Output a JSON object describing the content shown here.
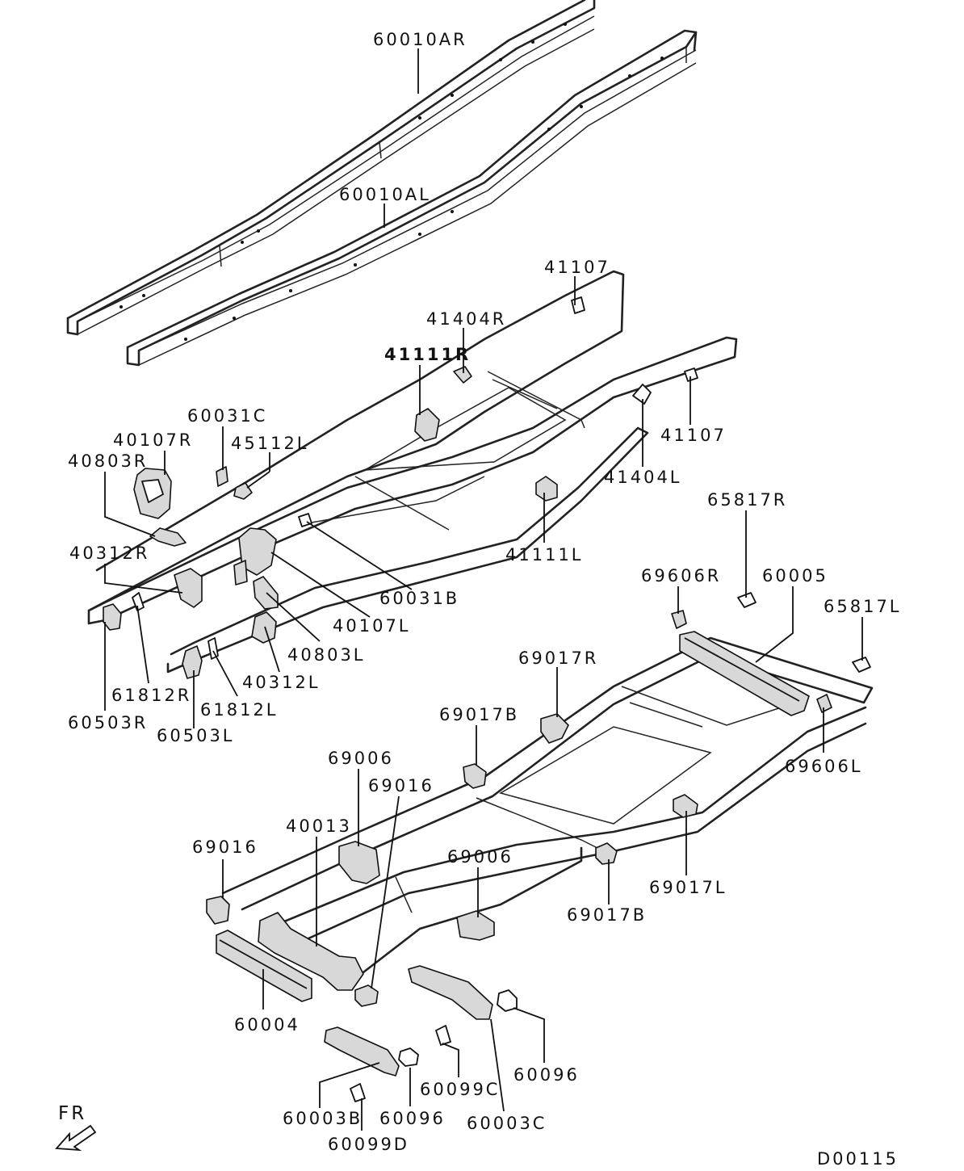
{
  "callouts": [
    {
      "id": "60010AR",
      "text": "60010AR"
    },
    {
      "id": "60010AL",
      "text": "60010AL"
    },
    {
      "id": "41107a",
      "text": "41107"
    },
    {
      "id": "41404R",
      "text": "41404R"
    },
    {
      "id": "41111R",
      "text": "41111R"
    },
    {
      "id": "41107b",
      "text": "41107"
    },
    {
      "id": "41404L",
      "text": "41404L"
    },
    {
      "id": "60031C",
      "text": "60031C"
    },
    {
      "id": "40107R",
      "text": "40107R"
    },
    {
      "id": "45112L",
      "text": "45112L"
    },
    {
      "id": "40803R",
      "text": "40803R"
    },
    {
      "id": "41111L",
      "text": "41111L"
    },
    {
      "id": "40312R",
      "text": "40312R"
    },
    {
      "id": "60031B",
      "text": "60031B"
    },
    {
      "id": "40107L",
      "text": "40107L"
    },
    {
      "id": "40803L",
      "text": "40803L"
    },
    {
      "id": "40312L",
      "text": "40312L"
    },
    {
      "id": "61812R",
      "text": "61812R"
    },
    {
      "id": "61812L",
      "text": "61812L"
    },
    {
      "id": "60503R",
      "text": "60503R"
    },
    {
      "id": "60503L",
      "text": "60503L"
    },
    {
      "id": "65817R",
      "text": "65817R"
    },
    {
      "id": "69606R",
      "text": "69606R"
    },
    {
      "id": "60005",
      "text": "60005"
    },
    {
      "id": "65817L",
      "text": "65817L"
    },
    {
      "id": "69017R",
      "text": "69017R"
    },
    {
      "id": "69017Ba",
      "text": "69017B"
    },
    {
      "id": "69606L",
      "text": "69606L"
    },
    {
      "id": "69006a",
      "text": "69006"
    },
    {
      "id": "69016a",
      "text": "69016"
    },
    {
      "id": "40013",
      "text": "40013"
    },
    {
      "id": "69016b",
      "text": "69016"
    },
    {
      "id": "69006b",
      "text": "69006"
    },
    {
      "id": "69017L",
      "text": "69017L"
    },
    {
      "id": "69017Bb",
      "text": "69017B"
    },
    {
      "id": "60004",
      "text": "60004"
    },
    {
      "id": "60099C",
      "text": "60099C"
    },
    {
      "id": "60096a",
      "text": "60096"
    },
    {
      "id": "60003B",
      "text": "60003B"
    },
    {
      "id": "60096b",
      "text": "60096"
    },
    {
      "id": "60003C",
      "text": "60003C"
    },
    {
      "id": "60099D",
      "text": "60099D"
    }
  ],
  "orientation_label": "FR",
  "drawing_number": "D00115"
}
